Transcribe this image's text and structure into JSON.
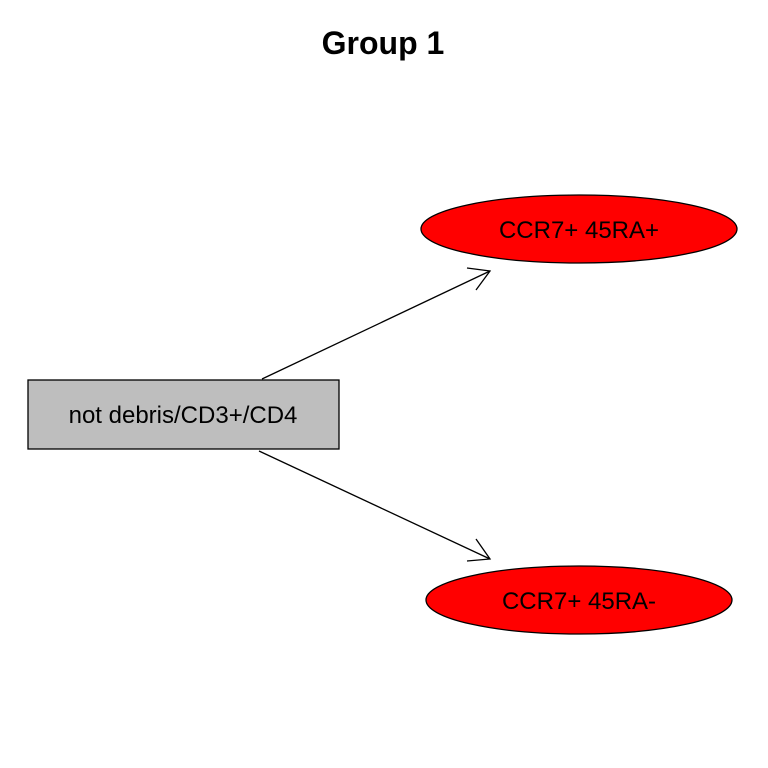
{
  "title": "Group 1",
  "nodes": {
    "parent": {
      "label": "not debris/CD3+/CD4",
      "shape": "box",
      "fill": "#bebebe"
    },
    "child_top": {
      "label": "CCR7+ 45RA+",
      "shape": "ellipse",
      "fill": "#ff0000"
    },
    "child_bottom": {
      "label": "CCR7+ 45RA-",
      "shape": "ellipse",
      "fill": "#ff0000"
    }
  },
  "edges": [
    {
      "from": "parent",
      "to": "child_top"
    },
    {
      "from": "parent",
      "to": "child_bottom"
    }
  ]
}
